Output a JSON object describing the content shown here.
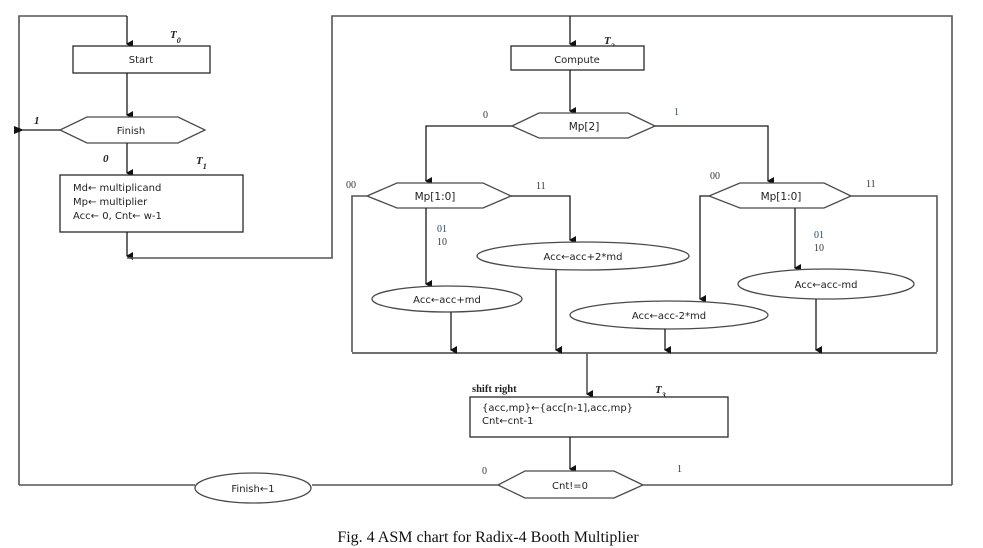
{
  "caption": "Fig. 4 ASM chart for Radix-4 Booth Multiplier",
  "state_labels": {
    "t0": "T0",
    "t1": "T1",
    "t2": "T2",
    "t3": "T3"
  },
  "states": {
    "start": "Start",
    "compute": "Compute"
  },
  "decisions": {
    "finish": "Finish",
    "mp2": "Mp[2]",
    "mp10_left": "Mp[1:0]",
    "mp10_right": "Mp[1:0]",
    "cnt": "Cnt!=0"
  },
  "init_box": {
    "lines": [
      "Md← multiplicand",
      "Mp← multiplier",
      "Acc←  0, Cnt← w-1"
    ]
  },
  "operations": {
    "add_2md": "Acc←acc+2*md",
    "add_md": "Acc←acc+md",
    "sub_2md": "Acc←acc-2*md",
    "sub_md": "Acc←acc-md",
    "finish_set": "Finish←1"
  },
  "shift_box": {
    "title": "shift right",
    "lines": [
      "{acc,mp}←{acc[n-1],acc,mp}",
      "Cnt←cnt-1"
    ]
  },
  "branch_labels": {
    "finish_true": "1",
    "finish_false": "0",
    "mp2_false": "0",
    "mp2_true": "1",
    "left_00": "00",
    "left_11": "11",
    "left_01": "01",
    "left_10": "10",
    "right_00": "00",
    "right_11": "11",
    "right_01": "01",
    "right_10": "10",
    "cnt_false": "0",
    "cnt_true": "1"
  }
}
